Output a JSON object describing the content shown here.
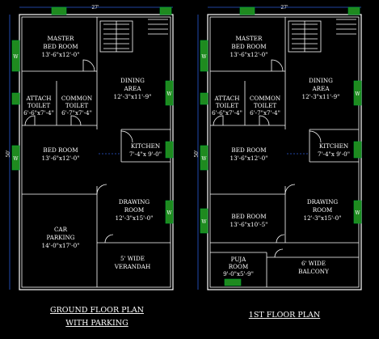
{
  "plans": [
    {
      "dims": {
        "top": "27'",
        "left": "50'"
      },
      "rooms": [
        {
          "lines": [
            "MASTER",
            "BED ROOM",
            "13'-6\"x12'-0\""
          ]
        },
        {
          "lines": [
            "DINING",
            "AREA",
            "12'-3\"x11'-9\""
          ]
        },
        {
          "lines": [
            "ATTACH",
            "TOILET",
            "6'-6\"x7'-4\""
          ]
        },
        {
          "lines": [
            "COMMON",
            "TOILET",
            "6'-7\"x7'-4\""
          ]
        },
        {
          "lines": [
            "BED ROOM",
            "13'-6\"x12'-0\""
          ]
        },
        {
          "lines": [
            "KITCHEN",
            "7'-4\"x 9'-0\""
          ]
        },
        {
          "lines": [
            "DRAWING",
            "ROOM",
            "12'-3\"x15'-0\""
          ]
        },
        {
          "lines": [
            "CAR",
            "PARKING",
            "14'-0\"x17'-0\""
          ]
        },
        {
          "lines": [
            "5' WIDE",
            "VERANDAH"
          ]
        }
      ],
      "caption": [
        "GROUND FLOOR PLAN",
        "WITH PARKING"
      ]
    },
    {
      "dims": {
        "top": "27'",
        "left": "50'"
      },
      "rooms": [
        {
          "lines": [
            "MASTER",
            "BED ROOM",
            "13'-6\"x12'-0\""
          ]
        },
        {
          "lines": [
            "DINING",
            "AREA",
            "12'-3\"x11'-9\""
          ]
        },
        {
          "lines": [
            "ATTACH",
            "TOILET",
            "6'-6\"x7'-4\""
          ]
        },
        {
          "lines": [
            "COMMON",
            "TOILET",
            "6'-7\"x7'-4\""
          ]
        },
        {
          "lines": [
            "BED ROOM",
            "13'-6\"x12'-0\""
          ]
        },
        {
          "lines": [
            "KITCHEN",
            "7'-4\"x 9'-0\""
          ]
        },
        {
          "lines": [
            "DRAWING",
            "ROOM",
            "12'-3\"x15'-0\""
          ]
        },
        {
          "lines": [
            "BED ROOM",
            "13'-6\"x10'-5\""
          ]
        },
        {
          "lines": [
            "PUJA",
            "ROOM",
            "9'-0\"x5'-9\""
          ]
        },
        {
          "lines": [
            "6' WIDE",
            "BALCONY"
          ]
        }
      ],
      "caption": [
        "1ST  FLOOR PLAN"
      ]
    }
  ],
  "window_mark": "W",
  "colors": {
    "background": "#000000",
    "walls": "#ffffff",
    "windows": "#1f8a1f",
    "dimension": "#2a5bd7"
  }
}
